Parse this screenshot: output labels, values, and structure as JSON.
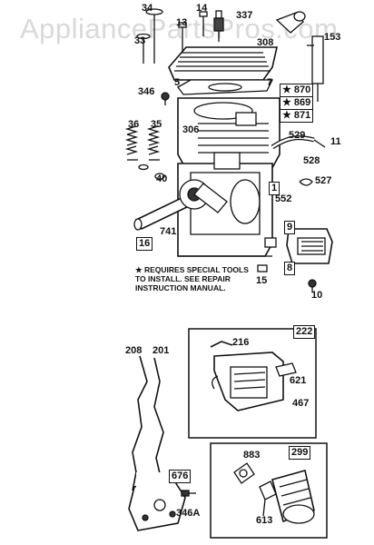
{
  "watermark": "AppliancePartsPros.com",
  "parts": {
    "p34": "34",
    "p14": "14",
    "p337": "337",
    "p13": "13",
    "p33": "33",
    "p153": "153",
    "p308": "308",
    "p5": "5",
    "p7": "7",
    "p346": "346",
    "p870": "★ 870",
    "p869": "★ 869",
    "p871": "★ 871",
    "p36": "36",
    "p35": "35",
    "p306": "306",
    "p529": "529",
    "p11": "11",
    "p528": "528",
    "p40": "40",
    "p527": "527",
    "p1": "1",
    "p552": "552",
    "p741": "741",
    "p9": "9",
    "p16": "16",
    "p8": "8",
    "p15": "15",
    "p10": "10",
    "p208": "208",
    "p201": "201",
    "p222": "222",
    "p216": "216",
    "p621": "621",
    "p467": "467",
    "p883": "883",
    "p299": "299",
    "p676": "676",
    "p346A": "346A",
    "p613": "613"
  },
  "note": {
    "line1": "★ REQUIRES SPECIAL TOOLS",
    "line2": "TO INSTALL.  SEE REPAIR",
    "line3": "INSTRUCTION MANUAL."
  }
}
